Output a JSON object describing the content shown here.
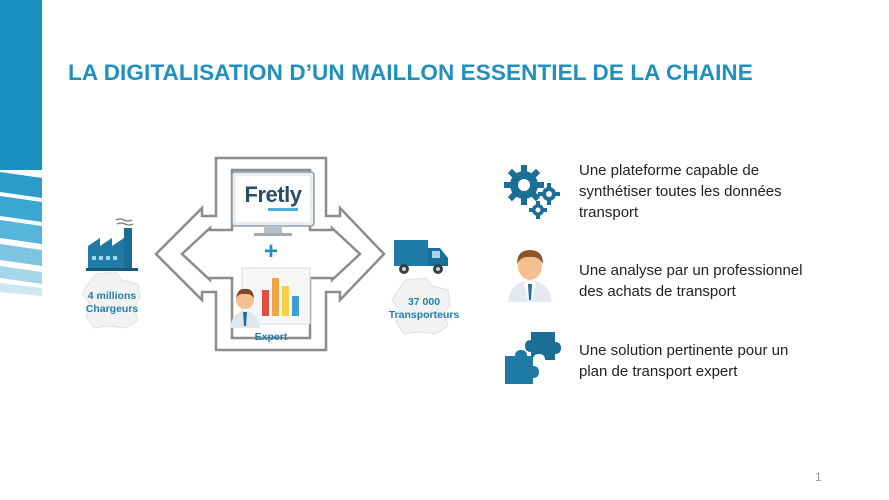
{
  "slide": {
    "title": "LA DIGITALISATION D’UN MAILLON ESSENTIEL DE LA CHAINE",
    "page_number": "1"
  },
  "diagram": {
    "logo_text": "Fretly",
    "plus_sign": "+",
    "expert_label": "Expert",
    "left_label_line1": "4 millions",
    "left_label_line2": "Chargeurs",
    "right_label_line1": "37 000",
    "right_label_line2": "Transporteurs"
  },
  "bullets": [
    {
      "icon": "gears-icon",
      "text_line1": "Une plateforme capable de",
      "text_line2": "synthétiser toutes les données",
      "text_line3": "transport"
    },
    {
      "icon": "person-icon",
      "text_line1": "Une analyse par un professionnel",
      "text_line2": "des achats de transport",
      "text_line3": ""
    },
    {
      "icon": "puzzle-icon",
      "text_line1": "Une solution pertinente pour un",
      "text_line2": "plan de transport expert",
      "text_line3": ""
    }
  ],
  "colors": {
    "accent": "#1f8fbf",
    "icon_blue": "#1b6f96",
    "frame_gray": "#8c8c8c"
  }
}
